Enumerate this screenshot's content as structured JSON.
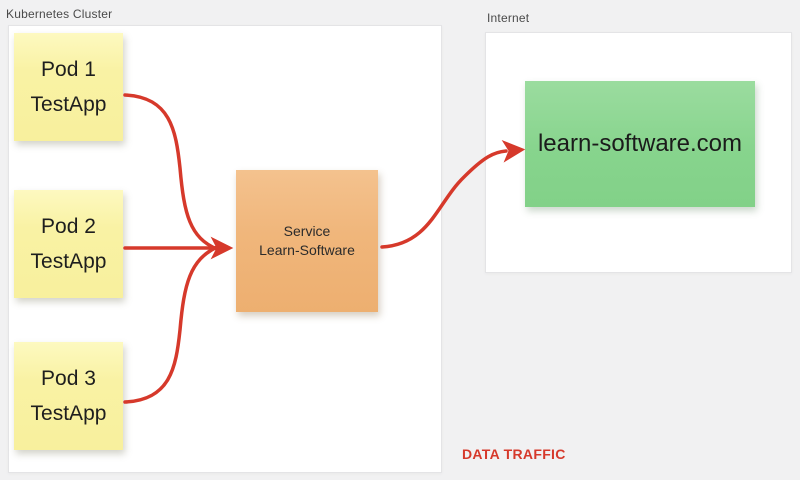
{
  "canvas": {
    "background": "#f1f1f2",
    "arrow_color": "#d6392b"
  },
  "kubernetes_cluster": {
    "label": "Kubernetes Cluster",
    "pods": [
      {
        "name": "Pod 1",
        "app": "TestApp"
      },
      {
        "name": "Pod 2",
        "app": "TestApp"
      },
      {
        "name": "Pod 3",
        "app": "TestApp"
      }
    ],
    "service": {
      "line1": "Service",
      "line2": "Learn-Software"
    }
  },
  "internet": {
    "label": "Internet",
    "website": "learn-software.com"
  },
  "legend": {
    "data_traffic": "DATA TRAFFIC",
    "color": "#d6392b"
  },
  "colors": {
    "pod_note": "#f8f1a1",
    "service_note": "#f0b67b",
    "website_note": "#87d48d",
    "container_bg": "#ffffff",
    "container_border": "#e4e4e6"
  },
  "arrows": [
    {
      "from": "pod-1",
      "to": "service-learn-software"
    },
    {
      "from": "pod-2",
      "to": "service-learn-software"
    },
    {
      "from": "pod-3",
      "to": "service-learn-software"
    },
    {
      "from": "service-learn-software",
      "to": "learn-software.com"
    }
  ]
}
